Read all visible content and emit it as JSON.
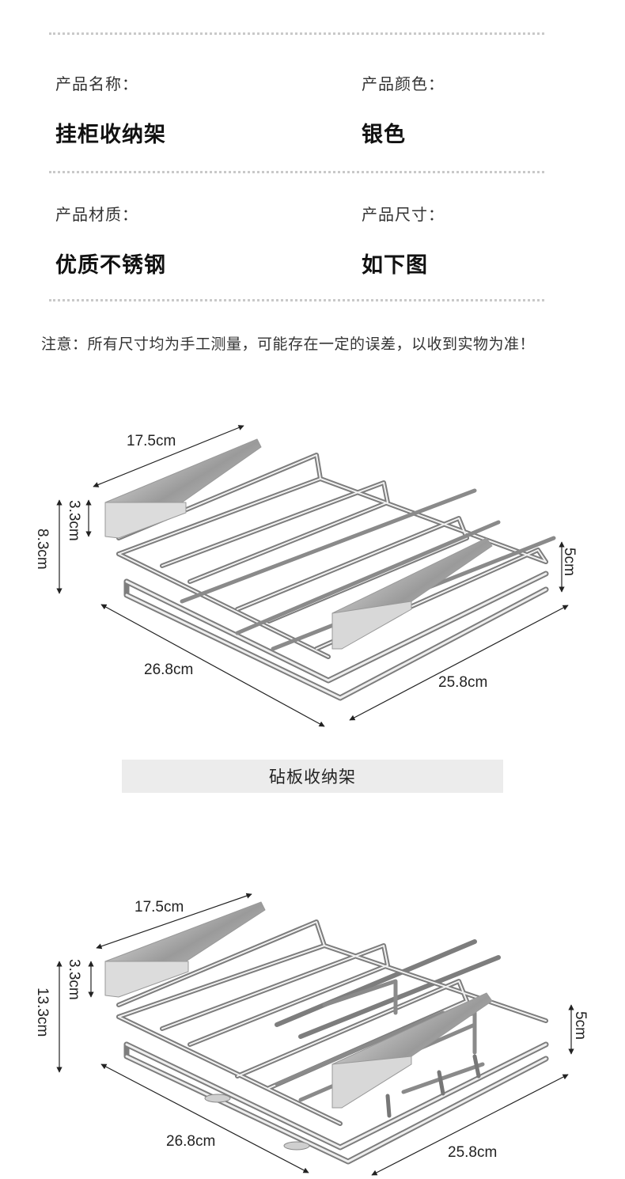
{
  "specs": [
    {
      "label": "产品名称：",
      "value": "挂柜收纳架"
    },
    {
      "label": "产品颜色：",
      "value": "银色"
    },
    {
      "label": "产品材质：",
      "value": "优质不锈钢"
    },
    {
      "label": "产品尺寸：",
      "value": "如下图"
    }
  ],
  "note": "注意：所有尺寸均为手工测量，可能存在一定的误差，以收到实物为准！",
  "banner": "砧板收纳架",
  "diagram1": {
    "width": "17.5cm",
    "small_height": "3.3cm",
    "total_height": "8.3cm",
    "right_height": "5cm",
    "depth": "26.8cm",
    "length": "25.8cm"
  },
  "diagram2": {
    "width": "17.5cm",
    "small_height": "3.3cm",
    "total_height": "13.3cm",
    "right_height": "5cm",
    "depth": "26.8cm",
    "length": "25.8cm"
  }
}
